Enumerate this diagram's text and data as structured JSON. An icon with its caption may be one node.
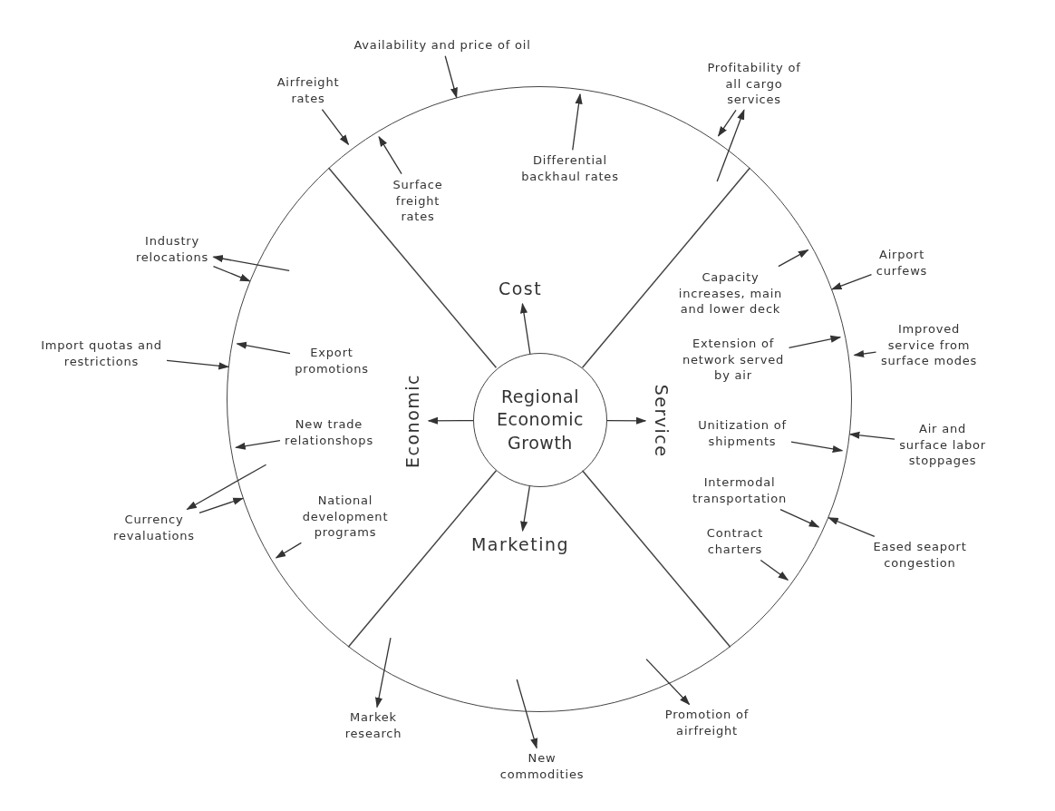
{
  "diagram": {
    "nodes": [
      {
        "text": [],
        "shape": "circle"
      },
      {
        "text": [
          "Regional Economic Growth"
        ],
        "in": 0
      },
      {
        "text": [
          "Cost"
        ],
        "in": 0
      },
      {
        "text": [
          "Service"
        ],
        "in": 0
      },
      {
        "text": [
          "Marketing"
        ],
        "in": 0
      },
      {
        "text": [
          "Economic"
        ],
        "in": 0
      },
      {
        "text": [
          "Availability and price of oil"
        ]
      },
      {
        "text": [
          "Airfreight rates"
        ]
      },
      {
        "text": [
          "Profitability of all cargo services"
        ]
      },
      {
        "text": [
          "Surface freight rates"
        ],
        "in": 0
      },
      {
        "text": [
          "Differential backhaul rates"
        ],
        "in": 0
      },
      {
        "text": [
          "Industry relocations"
        ]
      },
      {
        "text": [
          "Import quotas and restrictions"
        ]
      },
      {
        "text": [
          "Currency revaluations"
        ]
      },
      {
        "text": [
          "Export promotions"
        ],
        "in": 0
      },
      {
        "text": [
          "New trade relationshops"
        ],
        "in": 0
      },
      {
        "text": [
          "National development programs"
        ],
        "in": 0
      },
      {
        "text": [
          "Capacity increases, main and lower deck"
        ],
        "in": 0
      },
      {
        "text": [
          "Extension of network served by air"
        ],
        "in": 0
      },
      {
        "text": [
          "Unitization of shipments"
        ],
        "in": 0
      },
      {
        "text": [
          "Intermodal transportation"
        ],
        "in": 0
      },
      {
        "text": [
          "Contract charters"
        ],
        "in": 0
      },
      {
        "text": [
          "Airport curfews"
        ]
      },
      {
        "text": [
          "Improved service from surface modes"
        ]
      },
      {
        "text": [
          "Air and surface labor stoppages"
        ]
      },
      {
        "text": [
          "Eased seaport congestion"
        ]
      },
      {
        "text": [
          "Markek research"
        ]
      },
      {
        "text": [
          "New commodities"
        ]
      },
      {
        "text": [
          "Promotion of airfreight"
        ]
      }
    ],
    "edges": [
      {
        "from": 1,
        "to": 2,
        "arrow": "to"
      },
      {
        "from": 1,
        "to": 3,
        "arrow": "to"
      },
      {
        "from": 1,
        "to": 4,
        "arrow": "to"
      },
      {
        "from": 1,
        "to": 5,
        "arrow": "to"
      },
      {
        "from": 6,
        "to": 0,
        "arrow": "to"
      },
      {
        "from": 7,
        "to": null,
        "arrow": "to"
      },
      {
        "from": 8,
        "to": null,
        "arrow": "to"
      },
      {
        "from": null,
        "to": 8,
        "arrow": "to"
      },
      {
        "from": 9,
        "to": null,
        "arrow": "to"
      },
      {
        "from": 10,
        "to": null,
        "arrow": "to"
      },
      {
        "from": 11,
        "to": 0,
        "arrow": "to"
      },
      {
        "from": null,
        "to": 11,
        "arrow": "to"
      },
      {
        "from": 12,
        "to": 0,
        "arrow": "to"
      },
      {
        "from": 14,
        "to": null,
        "arrow": "to"
      },
      {
        "from": 15,
        "to": null,
        "arrow": "to"
      },
      {
        "from": 13,
        "to": 0,
        "arrow": "to"
      },
      {
        "from": null,
        "to": 13,
        "arrow": "to"
      },
      {
        "from": 16,
        "to": null,
        "arrow": "to"
      },
      {
        "from": 17,
        "to": null,
        "arrow": "to"
      },
      {
        "from": 18,
        "to": null,
        "arrow": "to"
      },
      {
        "from": 19,
        "to": null,
        "arrow": "to"
      },
      {
        "from": 20,
        "to": null,
        "arrow": "to"
      },
      {
        "from": 21,
        "to": null,
        "arrow": "to"
      },
      {
        "from": 22,
        "to": 0,
        "arrow": "to"
      },
      {
        "from": 23,
        "to": null,
        "arrow": "to"
      },
      {
        "from": 24,
        "to": 0,
        "arrow": "to"
      },
      {
        "from": 25,
        "to": 0,
        "arrow": "to"
      },
      {
        "from": null,
        "to": 26,
        "arrow": "to"
      },
      {
        "from": null,
        "to": 27,
        "arrow": "to"
      },
      {
        "from": null,
        "to": 28,
        "arrow": "to"
      }
    ]
  }
}
